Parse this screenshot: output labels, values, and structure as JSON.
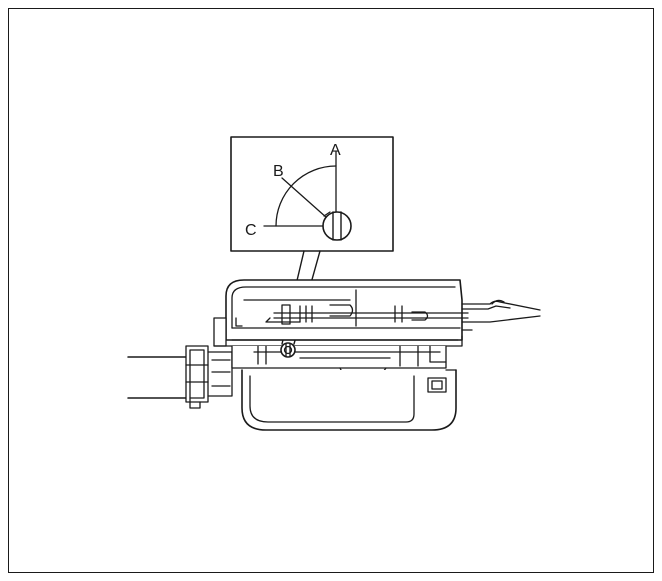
{
  "figure": {
    "labels": {
      "a": "A",
      "b": "B",
      "c": "C"
    },
    "stroke_color": "#1a1a1a"
  }
}
